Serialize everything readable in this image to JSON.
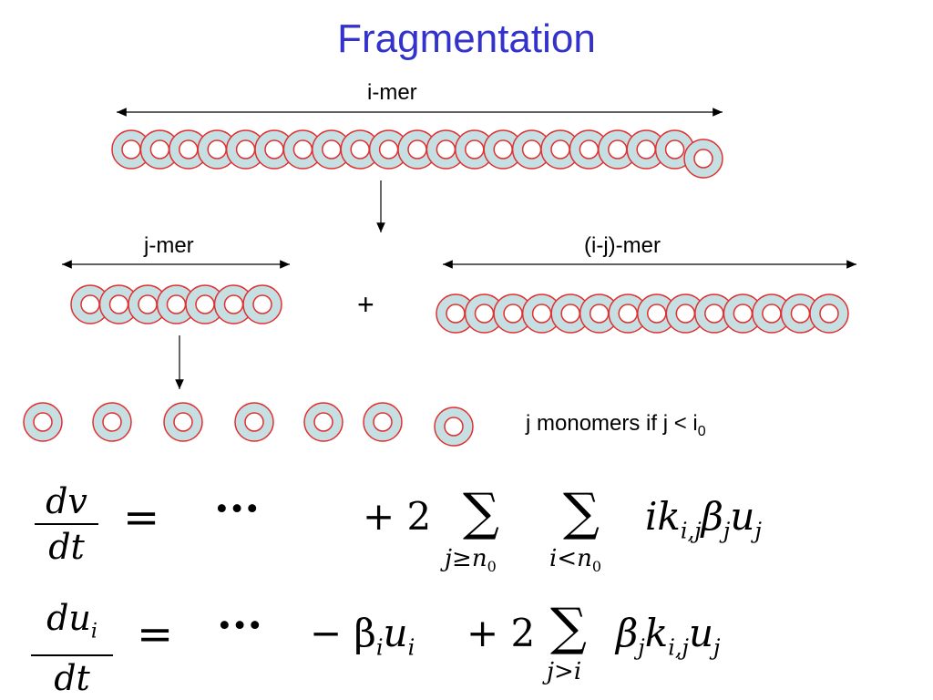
{
  "title": "Fragmentation",
  "labels": {
    "imer": "i-mer",
    "jmer": "j-mer",
    "ijmer": "(i-j)-mer",
    "plus": "+",
    "monomers_text": "j monomers if j < i",
    "monomers_sub": "0"
  },
  "equations": {
    "eq1": {
      "lhs_num": "dv",
      "lhs_den": "dt",
      "equals": "=",
      "dots": "···",
      "term": "+ 2",
      "sum1_sub": "j≥n",
      "sum1_sub_idx": "0",
      "sum2_sub": "i<n",
      "sum2_sub_idx": "0",
      "body": "ik",
      "body_sub": "i,j",
      "beta": "β",
      "beta_sub": "j",
      "u": "u",
      "u_sub": "j"
    },
    "eq2": {
      "lhs_num": "du",
      "lhs_num_sub": "i",
      "lhs_den": "dt",
      "equals": "=",
      "dots": "···",
      "term1": "− β",
      "term1_sub": "i",
      "term1_u": "u",
      "term1_u_sub": "i",
      "term2": "+ 2",
      "sum_sub": "j>i",
      "body_beta": "β",
      "body_beta_sub": "j",
      "body_k": "k",
      "body_k_sub": "i,j",
      "body_u": "u",
      "body_u_sub": "j"
    }
  },
  "colors": {
    "title": "#3333cc",
    "ring_fill": "#c5dfe3",
    "ring_stroke": "#e03030"
  },
  "chains": {
    "imer_count": 21,
    "jmer_count": 7,
    "ijmer_count": 14,
    "monomer_count": 7
  }
}
